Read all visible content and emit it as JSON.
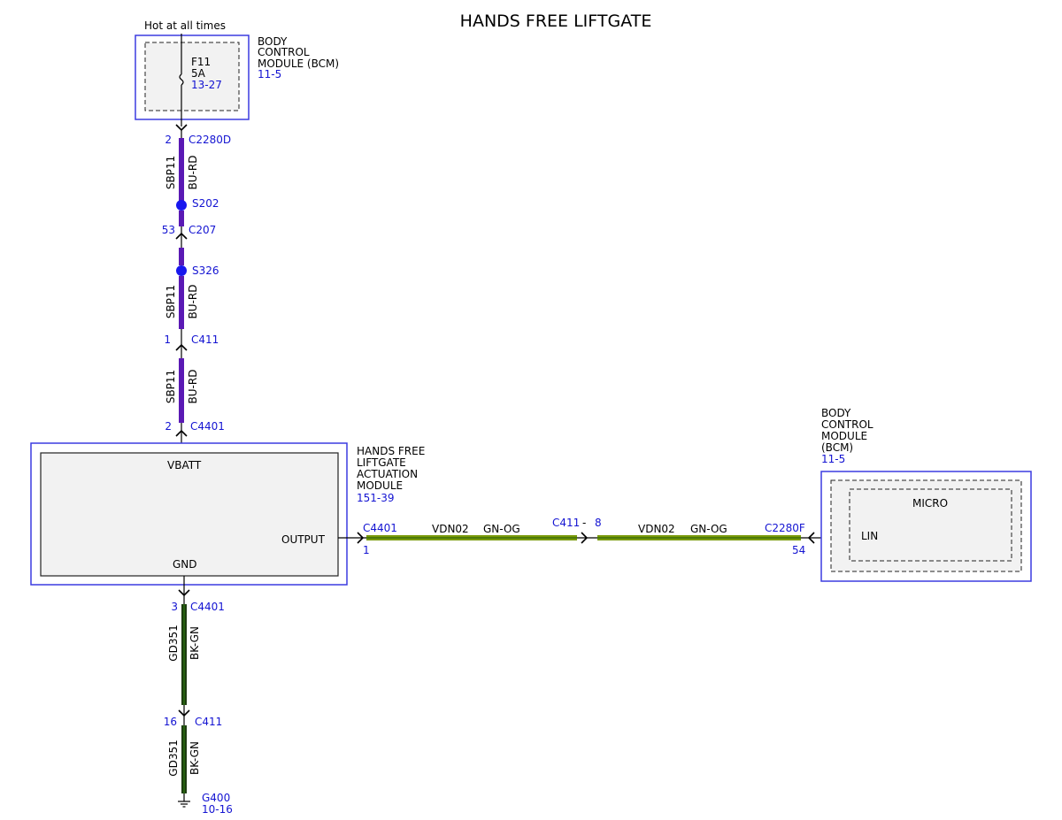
{
  "title": "HANDS FREE LIFTGATE",
  "colors": {
    "reference_blue": "#1414d2",
    "box_border_blue": "#3b3be0",
    "wire_blue_red": "#5a19b4",
    "wire_green_orange": "#7a9a0a",
    "wire_black_green": "#1d3d10",
    "splice_blue": "#1717ee"
  },
  "power_source": {
    "label": "Hot at all times",
    "fuse_name": "F11",
    "fuse_rating": "5A",
    "fuse_ref": "13-27"
  },
  "bcm_top": {
    "name_lines": [
      "BODY",
      "CONTROL",
      "MODULE (BCM)"
    ],
    "ref": "11-5"
  },
  "feed_circuit": {
    "connectors": [
      {
        "pin": "2",
        "name": "C2280D"
      },
      {
        "pin": "53",
        "name": "C207"
      },
      {
        "pin": "1",
        "name": "C411"
      },
      {
        "pin": "2",
        "name": "C4401"
      }
    ],
    "splices": [
      "S202",
      "S326"
    ],
    "circuit": "SBP11",
    "wire_color": "BU-RD"
  },
  "actuation_module": {
    "name_lines": [
      "HANDS FREE",
      "LIFTGATE",
      "ACTUATION",
      "MODULE"
    ],
    "ref": "151-39",
    "pins": {
      "top": "VBATT",
      "right": "OUTPUT",
      "bottom": "GND"
    }
  },
  "lin_circuit": {
    "left_connector": {
      "name": "C4401",
      "pin": "1"
    },
    "inline_connector": {
      "name": "C411",
      "sep": "-",
      "pin": "8"
    },
    "right_connector": {
      "name": "C2280F",
      "pin": "54"
    },
    "circuit": "VDN02",
    "wire_color": "GN-OG"
  },
  "bcm_right": {
    "name_lines": [
      "BODY",
      "CONTROL",
      "MODULE",
      "(BCM)"
    ],
    "ref": "11-5",
    "inner_label": "MICRO",
    "pin_label": "LIN"
  },
  "ground_circuit": {
    "connectors": [
      {
        "pin": "3",
        "name": "C4401"
      },
      {
        "pin": "16",
        "name": "C411"
      }
    ],
    "circuit": "GD351",
    "wire_color": "BK-GN",
    "ground": {
      "name": "G400",
      "ref": "10-16"
    }
  }
}
